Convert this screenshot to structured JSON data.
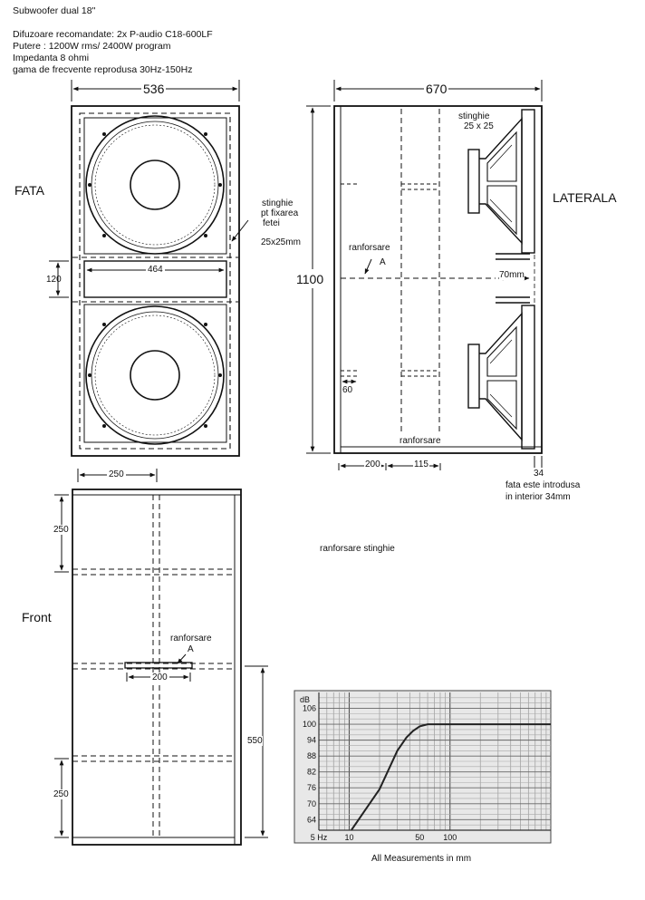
{
  "header": {
    "title": "Subwoofer dual 18\"",
    "line1": "Difuzoare recomandate: 2x P-audio C18-600LF",
    "line2": "Putere : 1200W rms/ 2400W program",
    "line3": "Impedanta 8 ohmi",
    "line4": "gama de frecvente reprodusa 30Hz-150Hz"
  },
  "front_view": {
    "label": "FATA",
    "width": "536",
    "gap_height": "120",
    "port_width": "464",
    "strip_note_1": "stinghie",
    "strip_note_2": "pt fixarea",
    "strip_note_3": "fetei",
    "strip_note_4": "25x25mm"
  },
  "side_view": {
    "label": "LATERALA",
    "depth": "670",
    "height": "1100",
    "strip_1": "stinghie",
    "strip_2": "25 x 25",
    "brace_label": "ranforsare",
    "brace_marker": "A",
    "port_depth": "70mm",
    "dim_60": "60",
    "brace_bottom": "ranforsare",
    "dim_200": "200",
    "dim_115": "115",
    "dim_34": "34",
    "inset_note_1": "fata este introdusa",
    "inset_note_2": "in interior 34mm"
  },
  "back_view": {
    "label": "Front",
    "dim_250_top": "250",
    "dim_250_left_top": "250",
    "brace_label": "ranforsare",
    "brace_marker": "A",
    "dim_200": "200",
    "dim_550": "550",
    "dim_250_bottom": "250"
  },
  "middle_note": "ranforsare stinghie",
  "response_chart": {
    "y_unit": "dB",
    "y_ticks": [
      "106",
      "100",
      "94",
      "88",
      "82",
      "76",
      "70",
      "64"
    ],
    "x_ticks": [
      "5 Hz",
      "10",
      "50",
      "100"
    ],
    "footer": "All Measurements in mm"
  },
  "chart_data": {
    "type": "line",
    "x_scale": "log",
    "xlim": [
      5,
      1000
    ],
    "ylim": [
      60,
      112
    ],
    "series": [
      {
        "x": [
          10.5,
          20,
          30,
          37,
          43,
          50,
          60,
          100,
          200,
          500,
          1000
        ],
        "y": [
          60,
          75.5,
          90,
          95,
          97.5,
          99.2,
          100,
          100,
          100,
          100,
          100
        ]
      }
    ]
  },
  "colors": {
    "ink": "#111111",
    "chart_bg": "#e8e8e8",
    "chart_grid": "#9a9a9a"
  }
}
